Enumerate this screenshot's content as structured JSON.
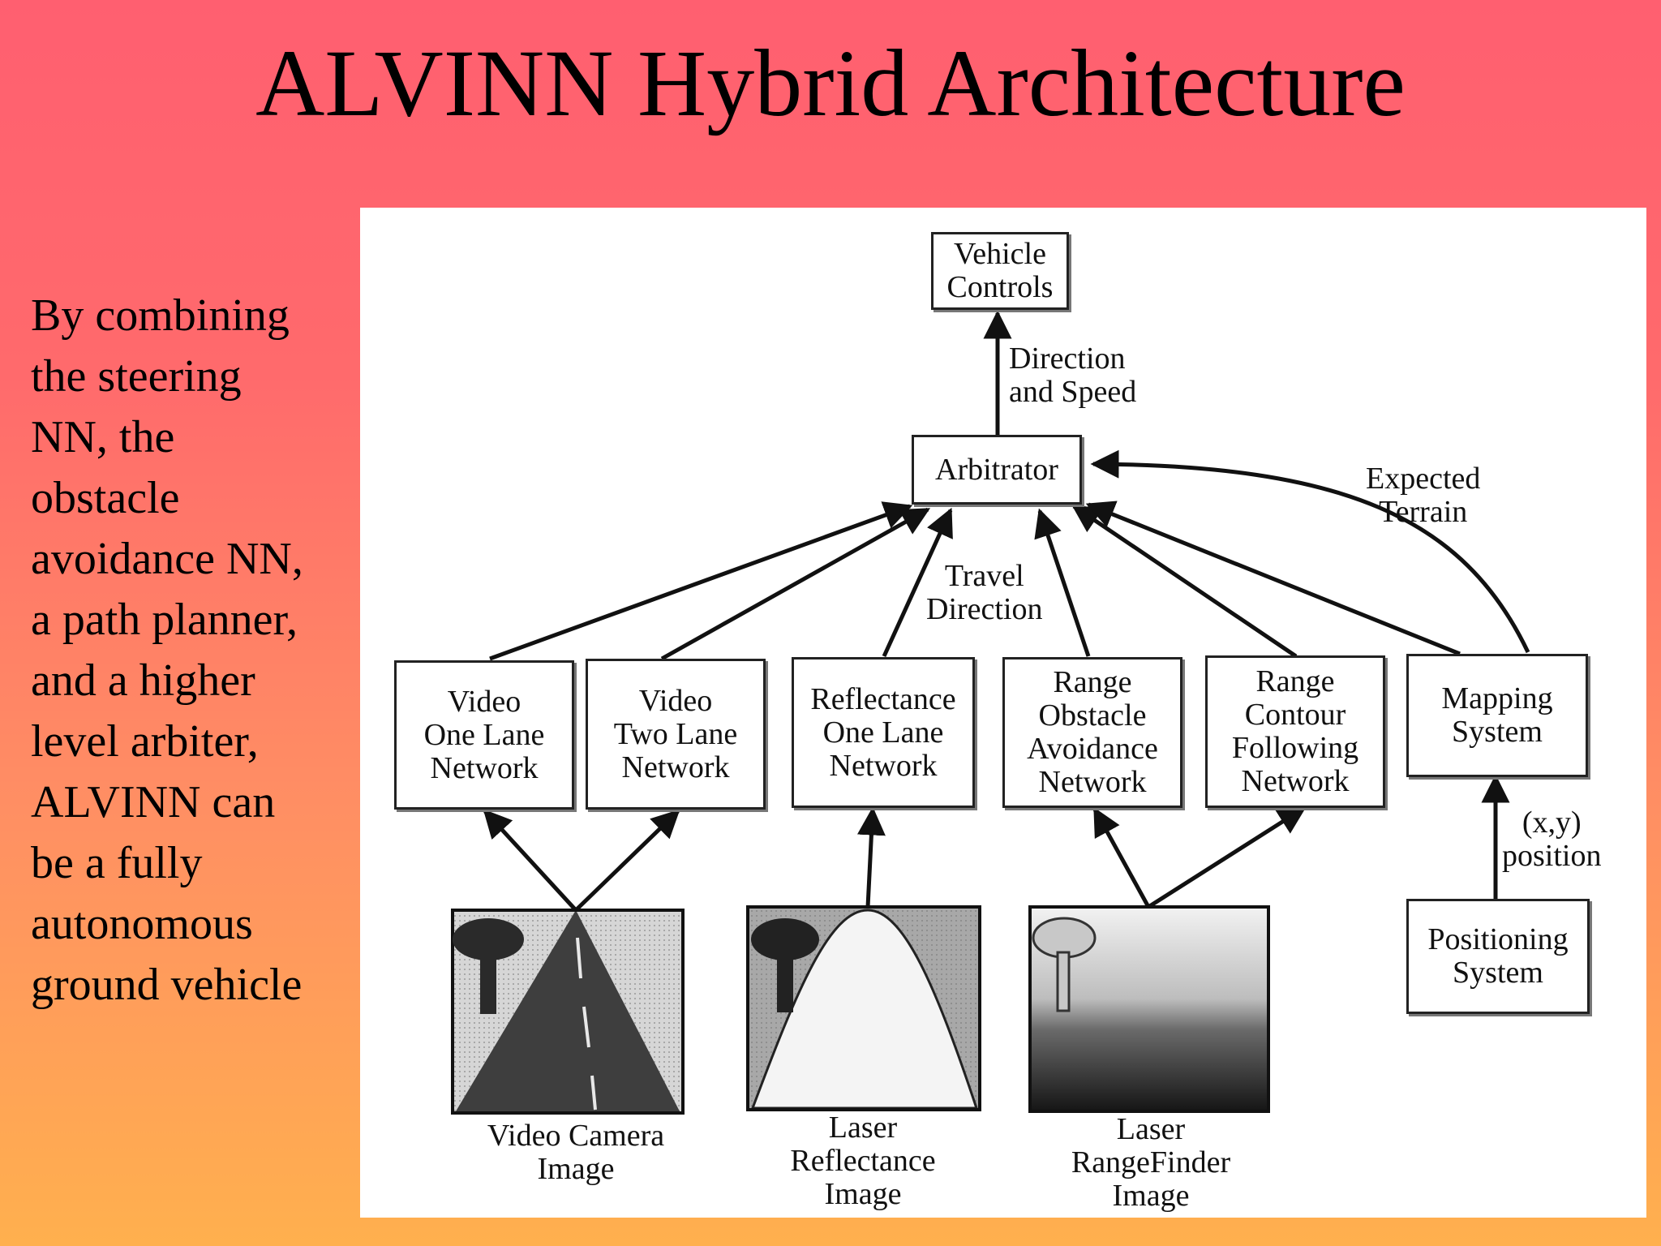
{
  "title": "ALVINN Hybrid Architecture",
  "description_lines": [
    "By combining",
    "the steering",
    "NN, the",
    "obstacle",
    "avoidance NN,",
    "a path planner,",
    "and a higher",
    "level arbiter,",
    "ALVINN can",
    "be a fully",
    "autonomous",
    "ground vehicle"
  ],
  "diagram": {
    "vehicle_controls": [
      "Vehicle",
      "Controls"
    ],
    "arbitrator": [
      "Arbitrator"
    ],
    "direction_speed": [
      "Direction",
      "and Speed"
    ],
    "expected_terrain": [
      "Expected",
      "Terrain"
    ],
    "travel_direction": [
      "Travel",
      "Direction"
    ],
    "video_one_lane": [
      "Video",
      "One Lane",
      "Network"
    ],
    "video_two_lane": [
      "Video",
      "Two Lane",
      "Network"
    ],
    "reflectance_one_lane": [
      "Reflectance",
      "One Lane",
      "Network"
    ],
    "range_obstacle": [
      "Range",
      "Obstacle",
      "Avoidance",
      "Network"
    ],
    "range_contour": [
      "Range",
      "Contour",
      "Following",
      "Network"
    ],
    "mapping_system": [
      "Mapping",
      "System"
    ],
    "xy_position": [
      "(x,y)",
      "position"
    ],
    "positioning_system": [
      "Positioning",
      "System"
    ],
    "video_camera_image": [
      "Video Camera",
      "Image"
    ],
    "laser_reflectance_image": [
      "Laser",
      "Reflectance",
      "Image"
    ],
    "laser_rangefinder_image": [
      "Laser",
      "RangeFinder",
      "Image"
    ]
  }
}
